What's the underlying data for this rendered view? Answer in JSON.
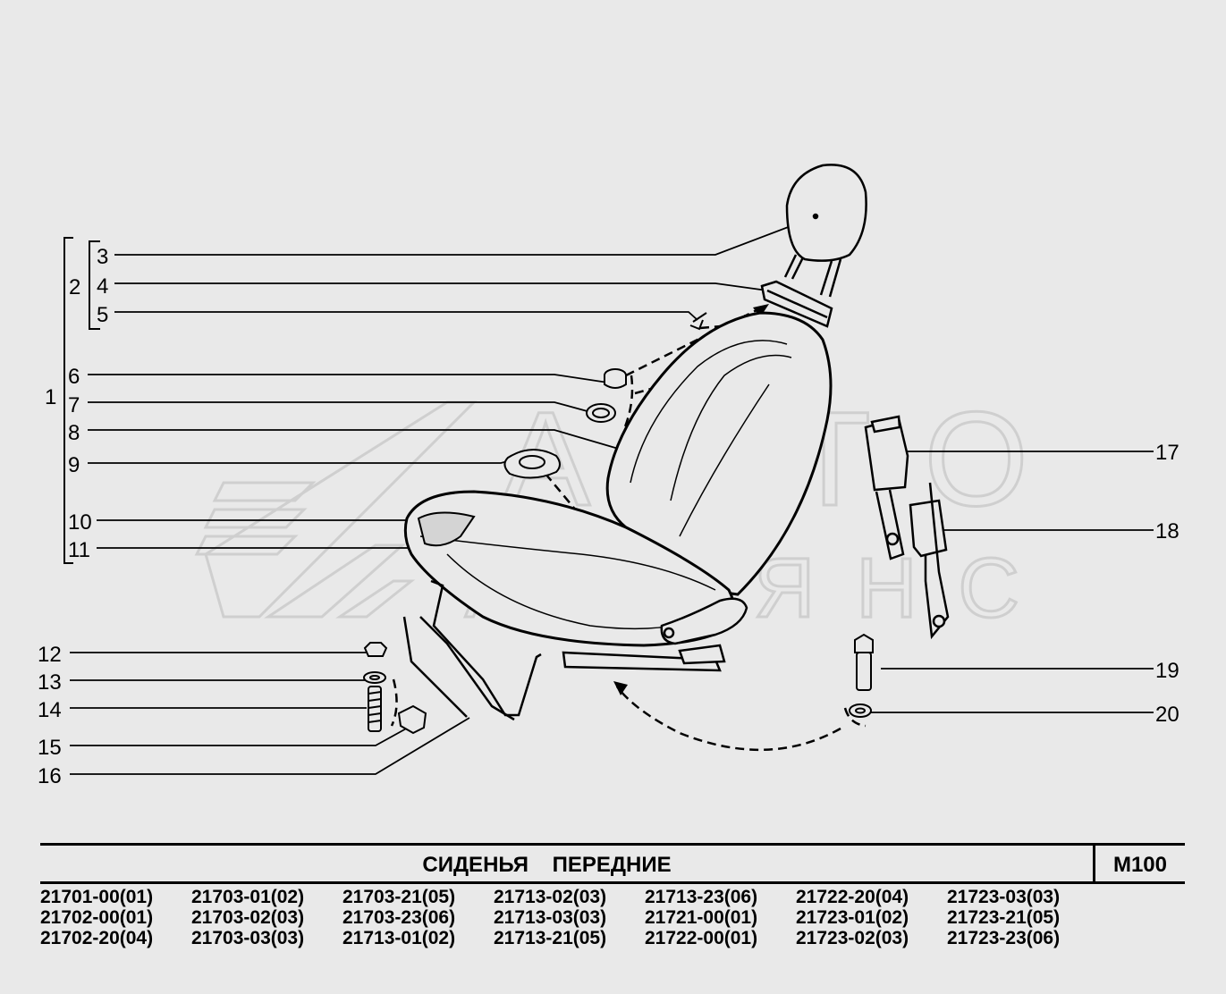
{
  "callouts": [
    "1",
    "2",
    "3",
    "4",
    "5",
    "6",
    "7",
    "8",
    "9",
    "10",
    "11",
    "12",
    "13",
    "14",
    "15",
    "16",
    "17",
    "18",
    "19",
    "20"
  ],
  "watermark": {
    "line1": "АВТО",
    "line2": "АЛЬЯНС"
  },
  "title_block": {
    "title": "СИДЕНЬЯ ПЕРЕДНИЕ",
    "code": "М100"
  },
  "model_codes": [
    [
      "21701-00(01)",
      "21702-00(01)",
      "21702-20(04)"
    ],
    [
      "21703-01(02)",
      "21703-02(03)",
      "21703-03(03)"
    ],
    [
      "21703-21(05)",
      "21703-23(06)",
      "21713-01(02)"
    ],
    [
      "21713-02(03)",
      "21713-03(03)",
      "21713-21(05)"
    ],
    [
      "21713-23(06)",
      "21721-00(01)",
      "21722-00(01)"
    ],
    [
      "21722-20(04)",
      "21723-01(02)",
      "21723-02(03)"
    ],
    [
      "21723-03(03)",
      "21723-21(05)",
      "21723-23(06)"
    ]
  ],
  "colors": {
    "background": "#e9e9e9",
    "line": "#000000",
    "watermark": "#d6d6d6"
  }
}
